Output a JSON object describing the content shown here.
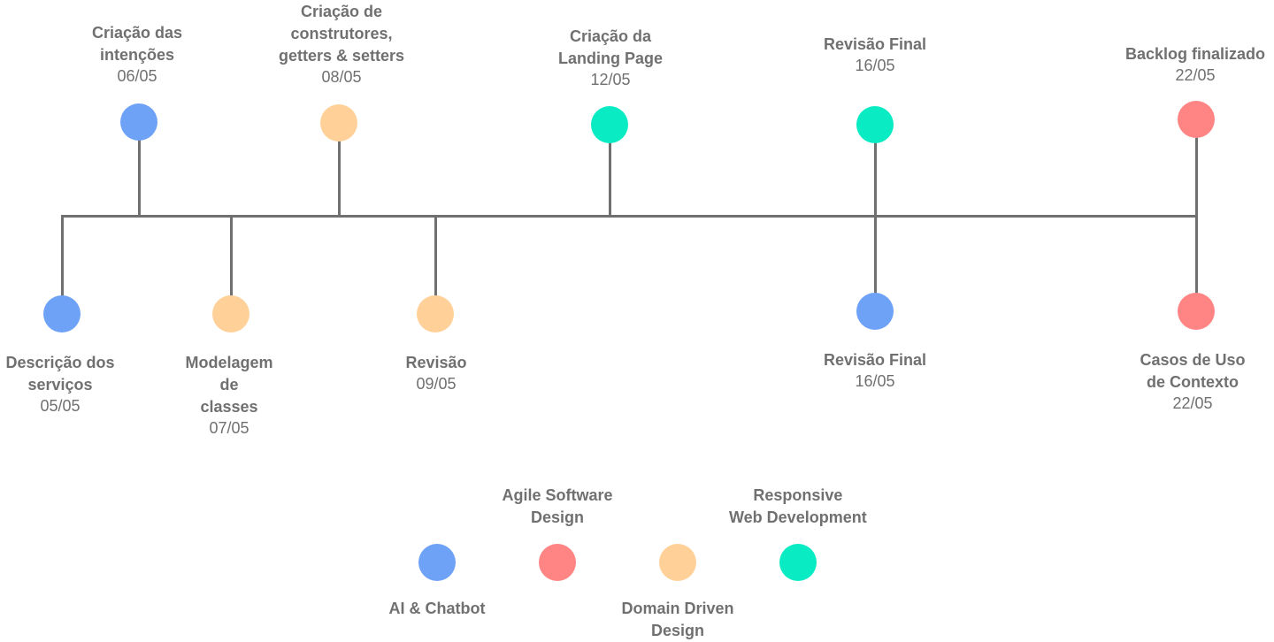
{
  "colors": {
    "blue": "#6ea2f7",
    "red": "#ff8585",
    "orange": "#ffd199",
    "teal": "#08ebc3",
    "line": "#707070",
    "text": "#707070"
  },
  "events": [
    {
      "title": "Descrição dos\nserviços",
      "date": "05/05",
      "color": "blue"
    },
    {
      "title": "Criação das\nintenções",
      "date": "06/05",
      "color": "blue"
    },
    {
      "title": "Modelagem\nde\nclasses",
      "date": "07/05",
      "color": "orange"
    },
    {
      "title": "Criação de\nconstrutores,\ngetters & setters",
      "date": "08/05",
      "color": "orange"
    },
    {
      "title": "Revisão",
      "date": "09/05",
      "color": "orange"
    },
    {
      "title": "Criação da\nLanding Page",
      "date": "12/05",
      "color": "teal"
    },
    {
      "title": "Revisão Final",
      "date": "16/05",
      "color": "teal"
    },
    {
      "title": "Revisão Final",
      "date": "16/05",
      "color": "blue"
    },
    {
      "title": "Backlog finalizado",
      "date": "22/05",
      "color": "red"
    },
    {
      "title": "Casos de Uso\nde Contexto",
      "date": "22/05",
      "color": "red"
    }
  ],
  "legend": [
    {
      "label": "AI & Chatbot",
      "color": "blue"
    },
    {
      "label": "Agile Software\nDesign",
      "color": "red"
    },
    {
      "label": "Domain Driven\nDesign",
      "color": "orange"
    },
    {
      "label": "Responsive\nWeb Development",
      "color": "teal"
    }
  ]
}
